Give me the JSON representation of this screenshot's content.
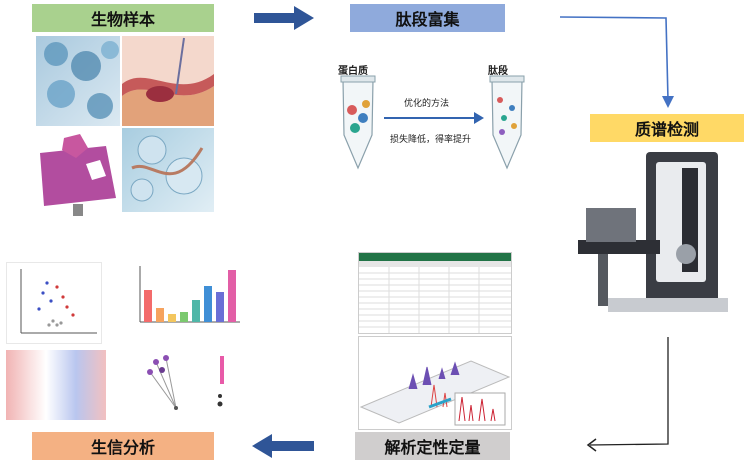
{
  "steps": {
    "bio_sample": "生物样本",
    "peptide_enrichment": "肽段富集",
    "mass_spec": "质谱检测",
    "bioinformatics": "生信分析",
    "quant": "解析定性定量"
  },
  "enrichment": {
    "protein": "蛋白质",
    "peptide": "肽段",
    "method": "优化的方法",
    "benefit": "损失降低，得率提升"
  },
  "colors": {
    "green": "#a9d18e",
    "blue": "#8faadc",
    "yellow": "#ffd966",
    "orange": "#f4b183",
    "gray": "#d0cece",
    "arrow": "#2f5597"
  }
}
